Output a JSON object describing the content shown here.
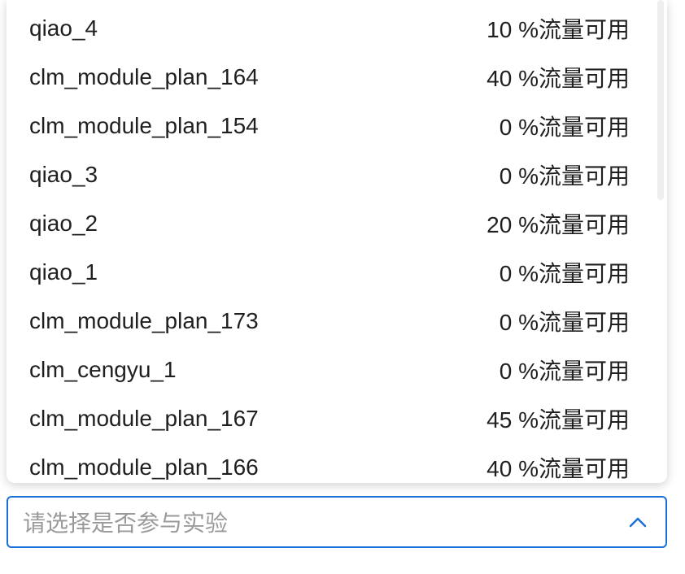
{
  "dropdown": {
    "options": [
      {
        "name": "qiao_4",
        "value": "10",
        "suffix": "%流量可用"
      },
      {
        "name": "clm_module_plan_164",
        "value": "40",
        "suffix": "%流量可用"
      },
      {
        "name": "clm_module_plan_154",
        "value": "0",
        "suffix": "%流量可用"
      },
      {
        "name": "qiao_3",
        "value": "0",
        "suffix": "%流量可用"
      },
      {
        "name": "qiao_2",
        "value": "20",
        "suffix": "%流量可用"
      },
      {
        "name": "qiao_1",
        "value": "0",
        "suffix": "%流量可用"
      },
      {
        "name": "clm_module_plan_173",
        "value": "0",
        "suffix": "%流量可用"
      },
      {
        "name": "clm_cengyu_1",
        "value": "0",
        "suffix": "%流量可用"
      },
      {
        "name": "clm_module_plan_167",
        "value": "45",
        "suffix": "%流量可用"
      },
      {
        "name": "clm_module_plan_166",
        "value": "40",
        "suffix": "%流量可用"
      }
    ]
  },
  "select": {
    "placeholder": "请选择是否参与实验",
    "arrow_icon": "chevron-up-icon",
    "accent_color": "#1a6fd8"
  }
}
